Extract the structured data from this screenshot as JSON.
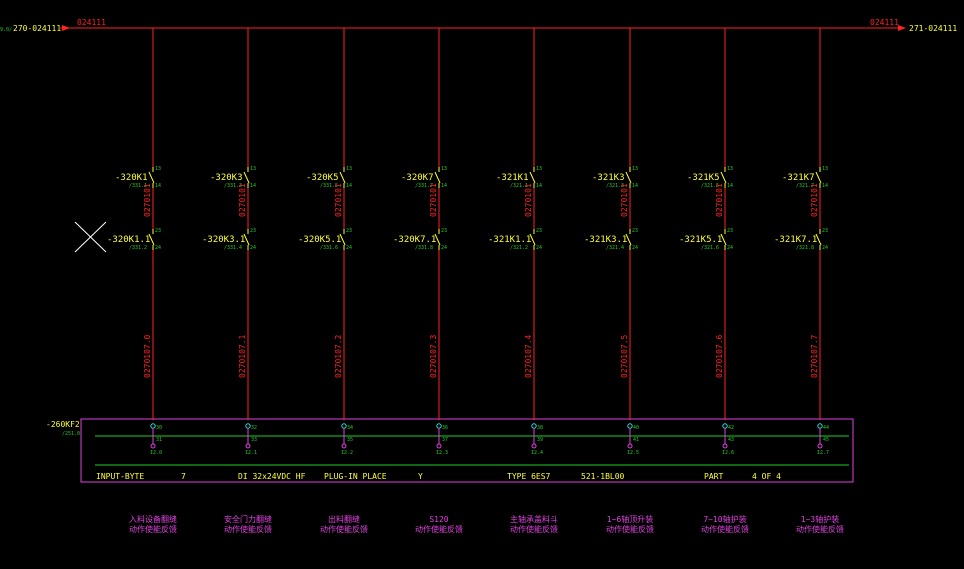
{
  "top_left": {
    "ref": "270-024111",
    "wire": "024111"
  },
  "top_right": {
    "ref": "271-024111",
    "wire": "024111"
  },
  "module": {
    "label": "-260KF2",
    "sublabel": "/251.0"
  },
  "channels": [
    {
      "k_a": "-320K1",
      "k_a_ref": "/331.1",
      "k_b": "-320K1.1",
      "k_b_ref": "/331.2",
      "wire_mid": "0270101",
      "wire_low": "0270107.0",
      "pin_top": "30",
      "pin_top2": "31",
      "io": "I2.0",
      "desc1": "入料设备翻缝",
      "desc2": "动作使能反馈"
    },
    {
      "k_a": "-320K3",
      "k_a_ref": "/331.3",
      "k_b": "-320K3.1",
      "k_b_ref": "/331.4",
      "wire_mid": "0270101",
      "wire_low": "0270107.1",
      "pin_top": "32",
      "pin_top2": "33",
      "io": "I2.1",
      "desc1": "安全门力翻缝",
      "desc2": "动作使能反馈"
    },
    {
      "k_a": "-320K5",
      "k_a_ref": "/331.5",
      "k_b": "-320K5.1",
      "k_b_ref": "/331.6",
      "wire_mid": "0270101",
      "wire_low": "0270107.2",
      "pin_top": "34",
      "pin_top2": "35",
      "io": "I2.2",
      "desc1": "出料翻缝",
      "desc2": "动作使能反馈"
    },
    {
      "k_a": "-320K7",
      "k_a_ref": "/331.7",
      "k_b": "-320K7.1",
      "k_b_ref": "/331.8",
      "wire_mid": "0270101",
      "wire_low": "0270107.3",
      "pin_top": "36",
      "pin_top2": "37",
      "io": "I2.3",
      "desc1": "S120",
      "desc2": "动作使能反馈"
    },
    {
      "k_a": "-321K1",
      "k_a_ref": "/321.1",
      "k_b": "-321K1.1",
      "k_b_ref": "/321.2",
      "wire_mid": "0270101",
      "wire_low": "0270107.4",
      "pin_top": "38",
      "pin_top2": "39",
      "io": "I2.4",
      "desc1": "主轴承盖料斗",
      "desc2": "动作使能反馈"
    },
    {
      "k_a": "-321K3",
      "k_a_ref": "/321.3",
      "k_b": "-321K3.1",
      "k_b_ref": "/321.4",
      "wire_mid": "0270101",
      "wire_low": "0270107.5",
      "pin_top": "40",
      "pin_top2": "41",
      "io": "I2.5",
      "desc1": "1~6轴顶升装",
      "desc2": "动作使能反馈"
    },
    {
      "k_a": "-321K5",
      "k_a_ref": "/321.5",
      "k_b": "-321K5.1",
      "k_b_ref": "/321.6",
      "wire_mid": "0270101",
      "wire_low": "0270107.6",
      "pin_top": "42",
      "pin_top2": "43",
      "io": "I2.6",
      "desc1": "7~10轴护装",
      "desc2": "动作使能反馈"
    },
    {
      "k_a": "-321K7",
      "k_a_ref": "/321.7",
      "k_b": "-321K7.1",
      "k_b_ref": "/321.8",
      "wire_mid": "0270101",
      "wire_low": "0270107.7",
      "pin_top": "44",
      "pin_top2": "45",
      "io": "I2.7",
      "desc1": "1~3轴护装",
      "desc2": "动作使能反馈"
    }
  ],
  "footer": {
    "input_byte_label": "INPUT-BYTE",
    "input_byte_value": "7",
    "di": "DI 32x24VDC HF",
    "plugin_label": "PLUG-IN PLACE",
    "plugin_value": "Y",
    "type": "TYPE 6ES7",
    "part_no": "521-1BL00",
    "part_label": "PART",
    "part_value": "4 OF 4"
  }
}
